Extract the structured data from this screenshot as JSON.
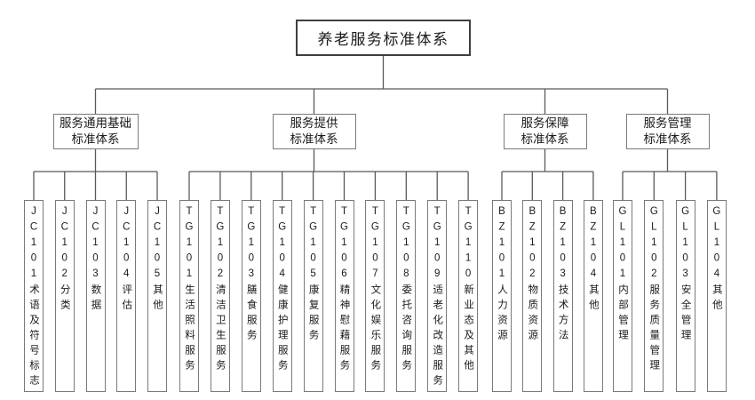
{
  "root": {
    "label": "养老服务标准体系"
  },
  "branches": [
    {
      "label_line1": "服务通用基础",
      "label_line2": "标准体系",
      "leaves": [
        {
          "code": "JC101",
          "name": "术语及符号标志"
        },
        {
          "code": "JC102",
          "name": "分类"
        },
        {
          "code": "JC103",
          "name": "数据"
        },
        {
          "code": "JC104",
          "name": "评估"
        },
        {
          "code": "JC105",
          "name": "其他"
        }
      ]
    },
    {
      "label_line1": "服务提供",
      "label_line2": "标准体系",
      "leaves": [
        {
          "code": "TG101",
          "name": "生活照料服务"
        },
        {
          "code": "TG102",
          "name": "清洁卫生服务"
        },
        {
          "code": "TG103",
          "name": "膳食服务"
        },
        {
          "code": "TG104",
          "name": "健康护理服务"
        },
        {
          "code": "TG105",
          "name": "康复服务"
        },
        {
          "code": "TG106",
          "name": "精神慰藉服务"
        },
        {
          "code": "TG107",
          "name": "文化娱乐服务"
        },
        {
          "code": "TG108",
          "name": "委托咨询服务"
        },
        {
          "code": "TG109",
          "name": "适老化改造服务"
        },
        {
          "code": "TG110",
          "name": "新业态及其他"
        }
      ]
    },
    {
      "label_line1": "服务保障",
      "label_line2": "标准体系",
      "leaves": [
        {
          "code": "BZ101",
          "name": "人力资源"
        },
        {
          "code": "BZ102",
          "name": "物质资源"
        },
        {
          "code": "BZ103",
          "name": "技术方法"
        },
        {
          "code": "BZ104",
          "name": "其他"
        }
      ]
    },
    {
      "label_line1": "服务管理",
      "label_line2": "标准体系",
      "leaves": [
        {
          "code": "GL101",
          "name": "内部管理"
        },
        {
          "code": "GL102",
          "name": "服务质量管理"
        },
        {
          "code": "GL103",
          "name": "安全管理"
        },
        {
          "code": "GL104",
          "name": "其他"
        }
      ]
    }
  ],
  "colors": {
    "background": "#ffffff",
    "text": "#1a1a1a",
    "connector": "#595959",
    "box_border": "#7a7a7a",
    "root_border": "#3f3f3f"
  }
}
